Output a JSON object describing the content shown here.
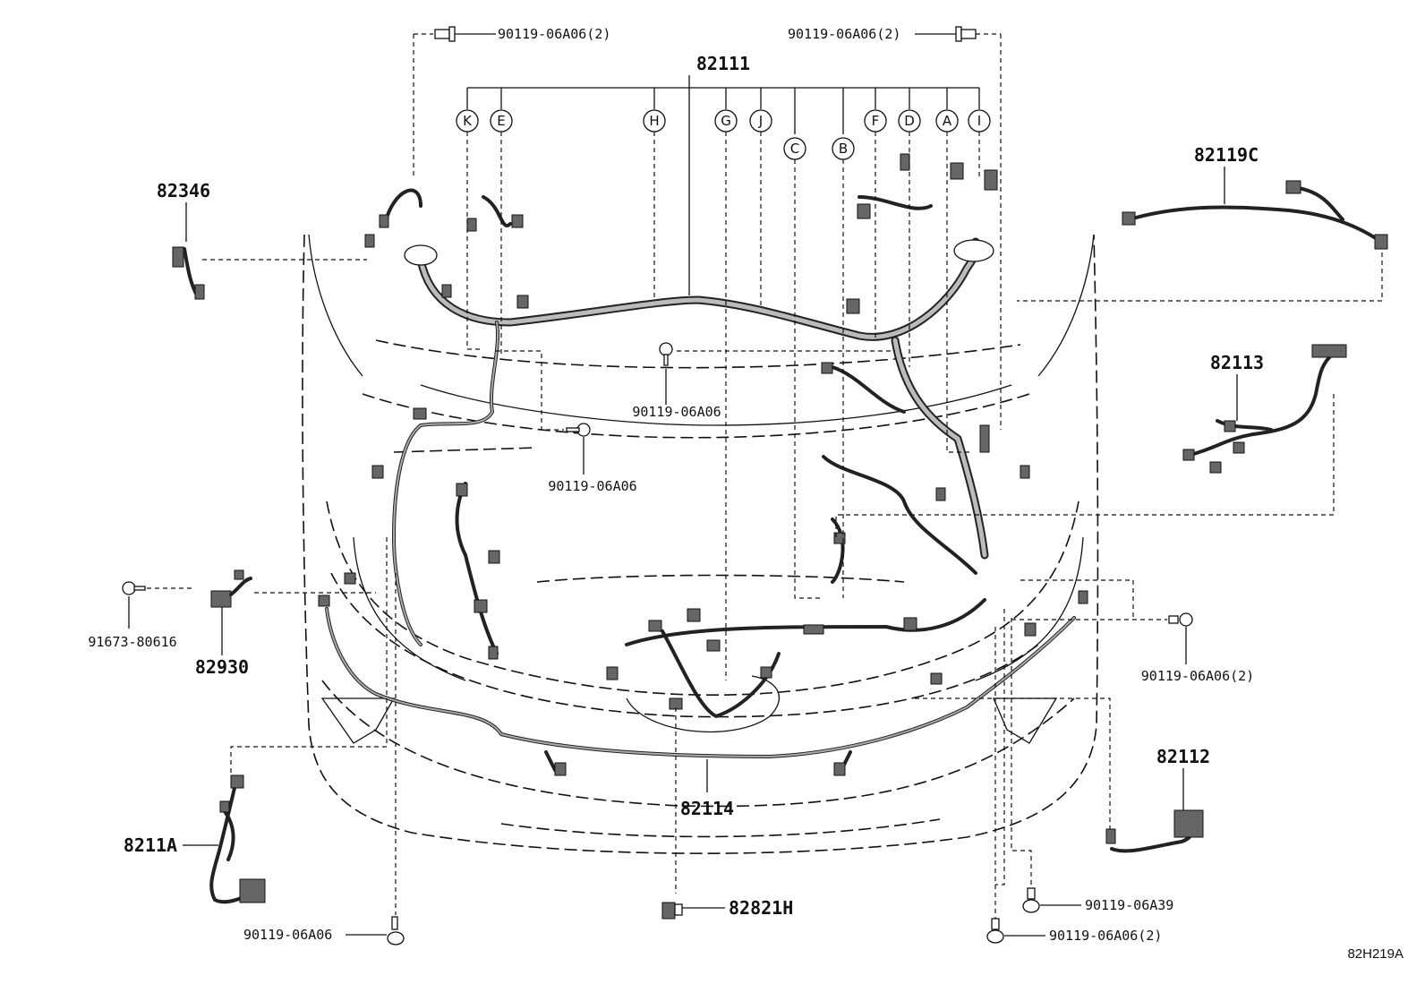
{
  "parts": {
    "main_harness": "82111",
    "relay_block_wire": "82346",
    "cowl_wire_c": "82119C",
    "engine_room_no2": "82113",
    "sensor_wire": "82930",
    "bumper_wire": "82114",
    "fog_lamp_wire": "8211A",
    "connector_clamp": "82821H",
    "engine_wire_no3": "82112"
  },
  "fasteners": {
    "top_left_bolt": "90119-06A06(2)",
    "top_right_bolt": "90119-06A06(2)",
    "center_bolt_upper": "90119-06A06",
    "center_bolt_lower": "90119-06A06",
    "screw_91673": "91673-80616",
    "right_bolt": "90119-06A06(2)",
    "bottom_left_bolt": "90119-06A06",
    "bottom_right_bolt_a39": "90119-06A39",
    "bottom_right_bolt": "90119-06A06(2)"
  },
  "callouts": [
    "K",
    "E",
    "H",
    "G",
    "J",
    "C",
    "B",
    "F",
    "D",
    "A",
    "I"
  ],
  "figure_code": "82H219A",
  "colors": {
    "line": "#111111",
    "background": "#ffffff",
    "harness_fill": "#bbbbbb",
    "connector": "#666666"
  },
  "icons": {
    "bolt": "bolt-icon",
    "connector": "connector-icon",
    "clamp": "clamp-icon"
  }
}
